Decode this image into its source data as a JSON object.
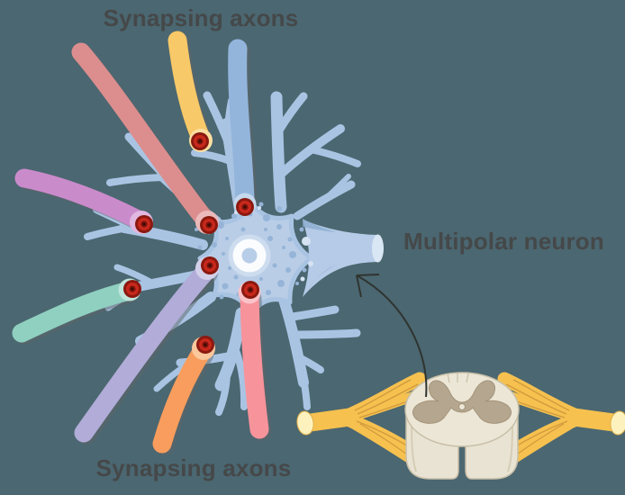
{
  "figure": {
    "labels": {
      "top": "Synapsing axons",
      "bottom": "Synapsing axons",
      "right": "Multipolar neuron"
    },
    "colors": {
      "background": "#4b6771",
      "label_text": "#454849",
      "dendrite": "#a9c4e3",
      "soma": "#b9cde7",
      "speckle": "#95b4d7",
      "nucleus_ring": "#fafcfe",
      "nucleus_core": "#b7cde8",
      "synaptic_knob_outer": "#8a190f",
      "synaptic_knob_red": "#c9281c",
      "arrow": "#2f3430",
      "spinal_nerve": "#f6c14f",
      "spinal_cord_body": "#e9e3d3",
      "spinal_gray_matter": "#b5a78f"
    },
    "synapsing_axons": [
      {
        "name": "salmon-axon",
        "color": "#dc8e8e"
      },
      {
        "name": "yellow-axon",
        "color": "#f8c968"
      },
      {
        "name": "blue-axon",
        "color": "#93b5dc"
      },
      {
        "name": "orchid-axon",
        "color": "#ca8bcb"
      },
      {
        "name": "teal-axon",
        "color": "#8fd0c0"
      },
      {
        "name": "lavender-axon",
        "color": "#b1acd8"
      },
      {
        "name": "orange-axon",
        "color": "#f89d5d"
      },
      {
        "name": "pink-axon",
        "color": "#f7939b"
      }
    ]
  }
}
